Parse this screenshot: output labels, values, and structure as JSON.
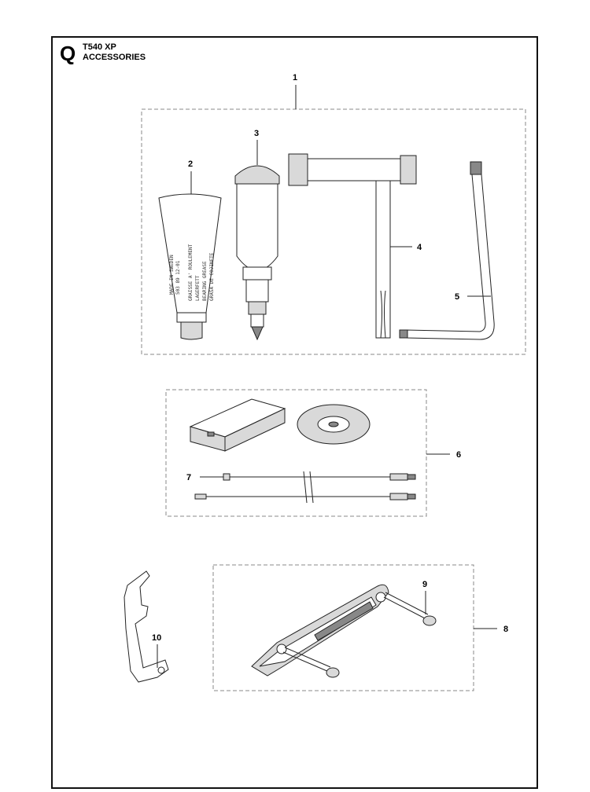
{
  "header": {
    "section_letter": "Q",
    "model": "T540 XP",
    "subtitle": "ACCESSORIES"
  },
  "callouts": {
    "c1": "1",
    "c2": "2",
    "c3": "3",
    "c4": "4",
    "c5": "5",
    "c6": "6",
    "c7": "7",
    "c8": "8",
    "c9": "9",
    "c10": "10"
  },
  "grease_tube": {
    "line1": "GRAISSE A' ROULEMENT",
    "line2": "LAGERFETT",
    "line3": "BEARING GREASE",
    "line4": "GRASA DE COJINETE",
    "part_no": "503 89 12-01",
    "origin": "MADE IN SWEDEN"
  }
}
